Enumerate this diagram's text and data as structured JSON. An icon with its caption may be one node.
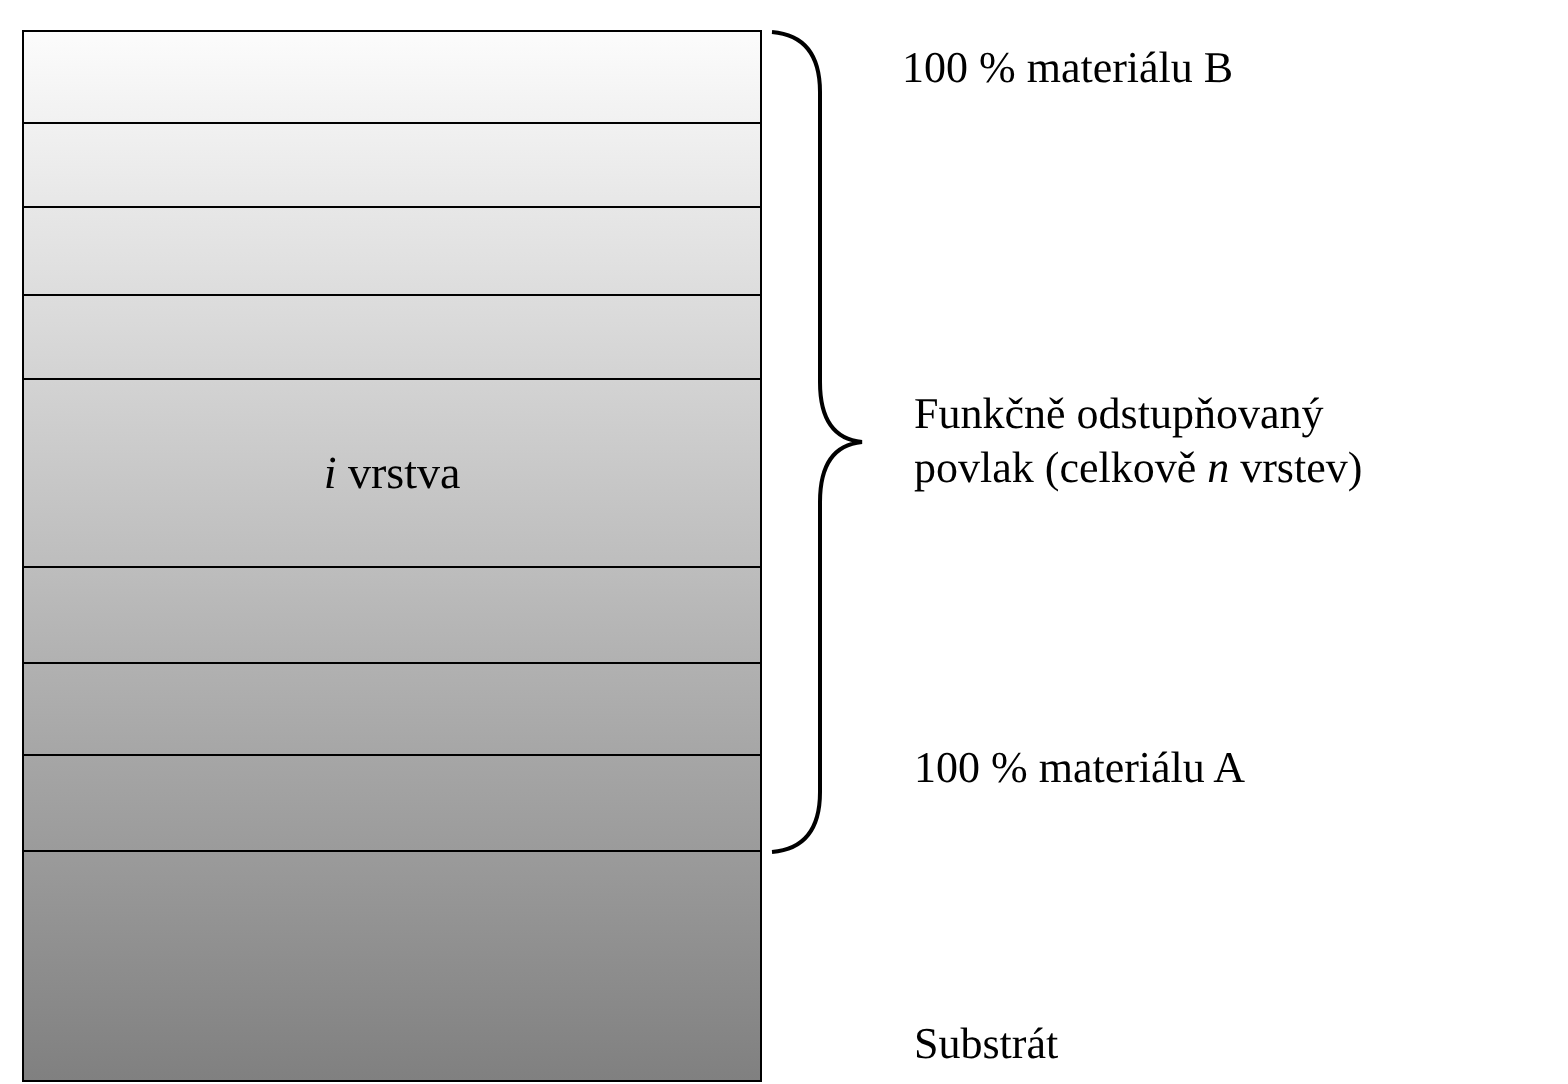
{
  "diagram": {
    "nodes": [
      {
        "text": [],
        "shape": "box"
      },
      {
        "text": [],
        "shape": "box"
      },
      {
        "text": [],
        "shape": "box"
      },
      {
        "text": [],
        "shape": "box"
      },
      {
        "text": [
          "*i* vrstva"
        ]
      },
      {
        "text": [],
        "shape": "box"
      },
      {
        "text": [],
        "shape": "box"
      },
      {
        "text": [],
        "shape": "box"
      },
      {
        "text": [],
        "shape": "box"
      }
    ],
    "labels": [
      "100 % materiálu B",
      "Funkčně odstupňovaný povlak (celkově *n* vrstev)",
      "100 % materiálu A",
      "Substrát"
    ]
  }
}
